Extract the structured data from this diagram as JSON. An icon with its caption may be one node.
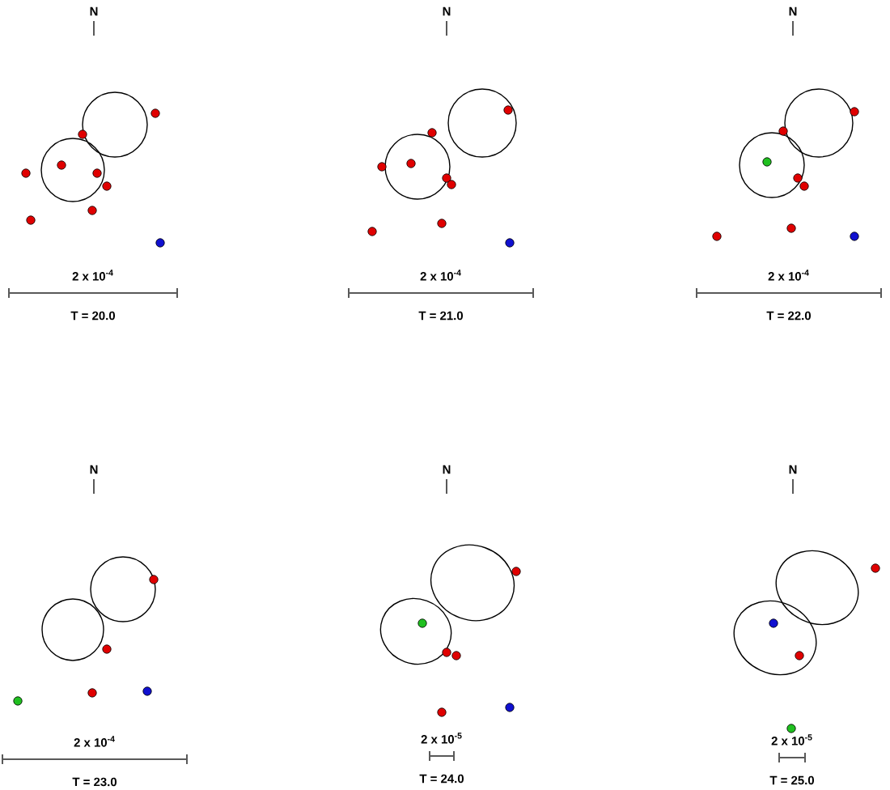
{
  "diagram": {
    "labels": [
      "N",
      "N",
      "N",
      "2 x 10$^{-4}$",
      "2 x 10$^{-4}$",
      "2 x 10$^{-4}$",
      "T = 20.0",
      "T = 21.0",
      "T = 22.0",
      "N",
      "N",
      "N",
      "2 x 10$^{-4}$",
      "2 x 10$^{-5}$",
      "2 x 10$^{-5}$",
      "T = 23.0",
      "T = 24.0",
      "T = 25.0"
    ]
  }
}
